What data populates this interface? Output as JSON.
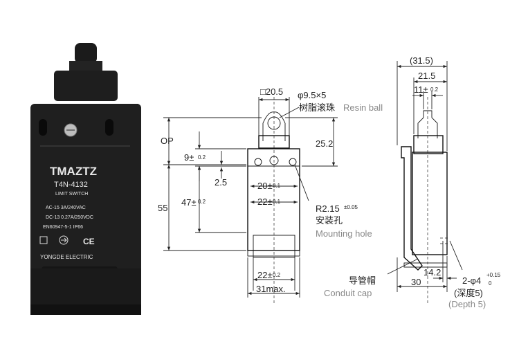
{
  "product": {
    "brand": "TMAZTZ",
    "model": "T4N-4132",
    "type_label": "LIMIT SWITCH",
    "rating_ac": "AC-15   3A/240VAC",
    "rating_dc": "DC-13   0.27A/250VDC",
    "standard": "EN60947-5-1   IP66",
    "ce_mark": "CE",
    "maker": "YONGDE ELECTRIC"
  },
  "front_view": {
    "op": "OP",
    "dim_top_square": "□20.5",
    "ball_dia": "φ9.5×5",
    "ball_cn": "树脂滚珠",
    "ball_en": "Resin ball",
    "dim_25_2": "25.2",
    "dim_9": "9±",
    "dim_9_tol": "0.2",
    "dim_2_5": "2.5",
    "dim_55": "55",
    "dim_47": "47±",
    "dim_47_tol": "0.2",
    "dim_20": "20±",
    "dim_20_tol": "0.1",
    "dim_22a": "22±",
    "dim_22a_tol": "0.1",
    "mount_r": "R2.15",
    "mount_r_tol": "±0.05",
    "mount_cn": "安装孔",
    "mount_en": "Mounting hole",
    "dim_22b": "22±",
    "dim_22b_tol": "0.2",
    "dim_31max": "31max."
  },
  "side_view": {
    "dim_31_5": "(31.5)",
    "dim_21_5": "21.5",
    "dim_11": "11±",
    "dim_11_tol": "0.2",
    "dim_14_2": "14.2",
    "dim_30": "30",
    "conduit_cn": "导管帽",
    "conduit_en": "Conduit cap",
    "hole_spec": "2-φ4",
    "hole_tol_up": "+0.15",
    "hole_tol_down": "0",
    "depth_cn": "(深度5)",
    "depth_en": "(Depth 5)"
  }
}
